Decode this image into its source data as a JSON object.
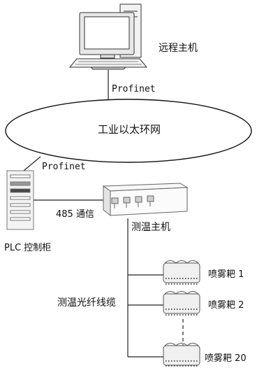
{
  "labels": {
    "remote_host": "远程主机",
    "profinet_top": "Profinet",
    "ethernet": "工业以太环网",
    "profinet_left": "Profinet",
    "comm_485": "485 通信",
    "temp_host": "测温主机",
    "plc_cabinet": "PLC 控制柜",
    "fiber_cable": "测温光纤线缆",
    "spray_1": "喷雾耙 1",
    "spray_2": "喷雾耙 2",
    "spray_20": "喷雾耙 20"
  },
  "icons": {
    "computer": "desktop-computer-icon",
    "plc": "plc-cabinet-icon",
    "temp_unit": "temperature-host-icon",
    "spray_rake": "spray-rake-icon"
  }
}
